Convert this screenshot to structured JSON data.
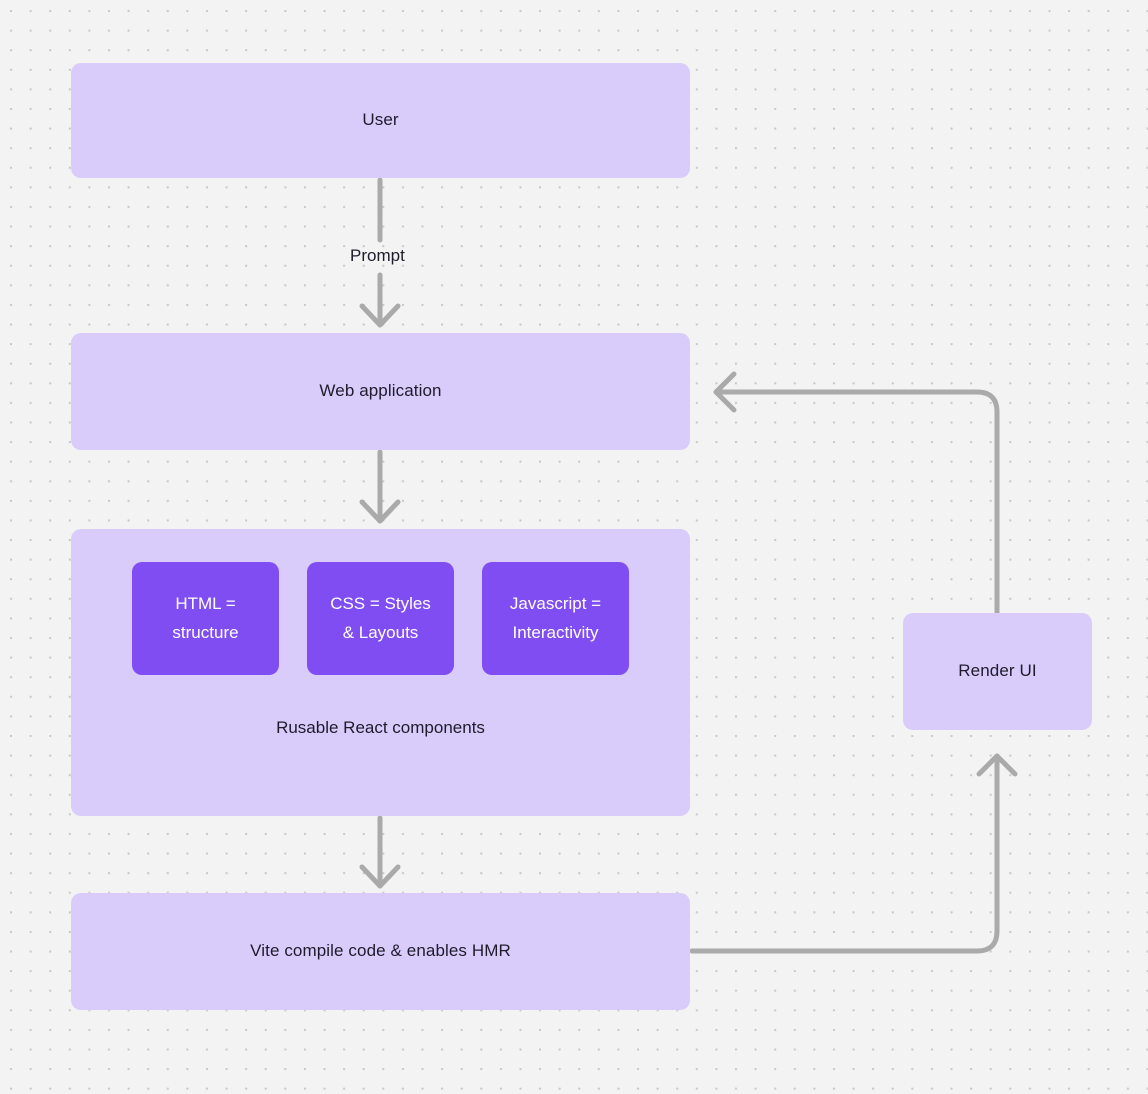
{
  "diagram": {
    "title": "React web application flow",
    "type": "flowchart",
    "background": {
      "color": "#f3f3f3",
      "pattern": "dot-grid",
      "dot_color": "#c9c9c9",
      "dot_spacing": 20
    },
    "colors": {
      "node_fill": "#d9ccfb",
      "tech_fill": "#7f4df2",
      "node_text": "#1f1b2b",
      "tech_text": "#ffffff",
      "edge_stroke": "#abaaaa"
    },
    "nodes": [
      {
        "id": "user",
        "label": "User"
      },
      {
        "id": "webapp",
        "label": "Web application"
      },
      {
        "id": "components",
        "label": "Rusable React components"
      },
      {
        "id": "vite",
        "label": "Vite compile code & enables HMR"
      },
      {
        "id": "render",
        "label": "Render UI"
      }
    ],
    "tech_boxes": [
      {
        "id": "html",
        "label": "HTML =\nstructure"
      },
      {
        "id": "css",
        "label": "CSS = Styles\n& Layouts"
      },
      {
        "id": "javascript",
        "label": "Javascript =\nInteractivity"
      }
    ],
    "edges": [
      {
        "id": "user-to-webapp",
        "from": "user",
        "to": "webapp",
        "label": "Prompt"
      },
      {
        "id": "webapp-to-components",
        "from": "webapp",
        "to": "components",
        "label": ""
      },
      {
        "id": "components-to-vite",
        "from": "components",
        "to": "vite",
        "label": ""
      },
      {
        "id": "vite-to-render",
        "from": "vite",
        "to": "render",
        "label": ""
      },
      {
        "id": "render-to-webapp",
        "from": "render",
        "to": "webapp",
        "label": ""
      }
    ]
  }
}
